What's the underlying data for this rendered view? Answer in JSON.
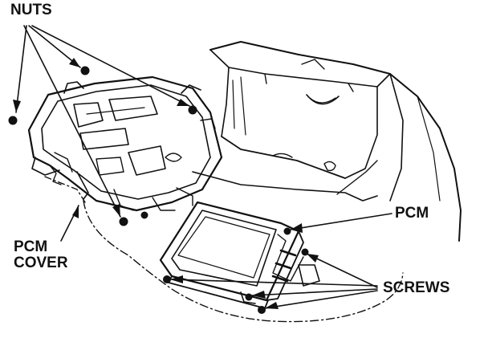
{
  "labels": {
    "nuts": "NUTS",
    "pcm_cover_line1": "PCM",
    "pcm_cover_line2": "COVER",
    "pcm": "PCM",
    "screws": "SCREWS"
  },
  "colors": {
    "ink": "#111111",
    "background": "#ffffff"
  }
}
